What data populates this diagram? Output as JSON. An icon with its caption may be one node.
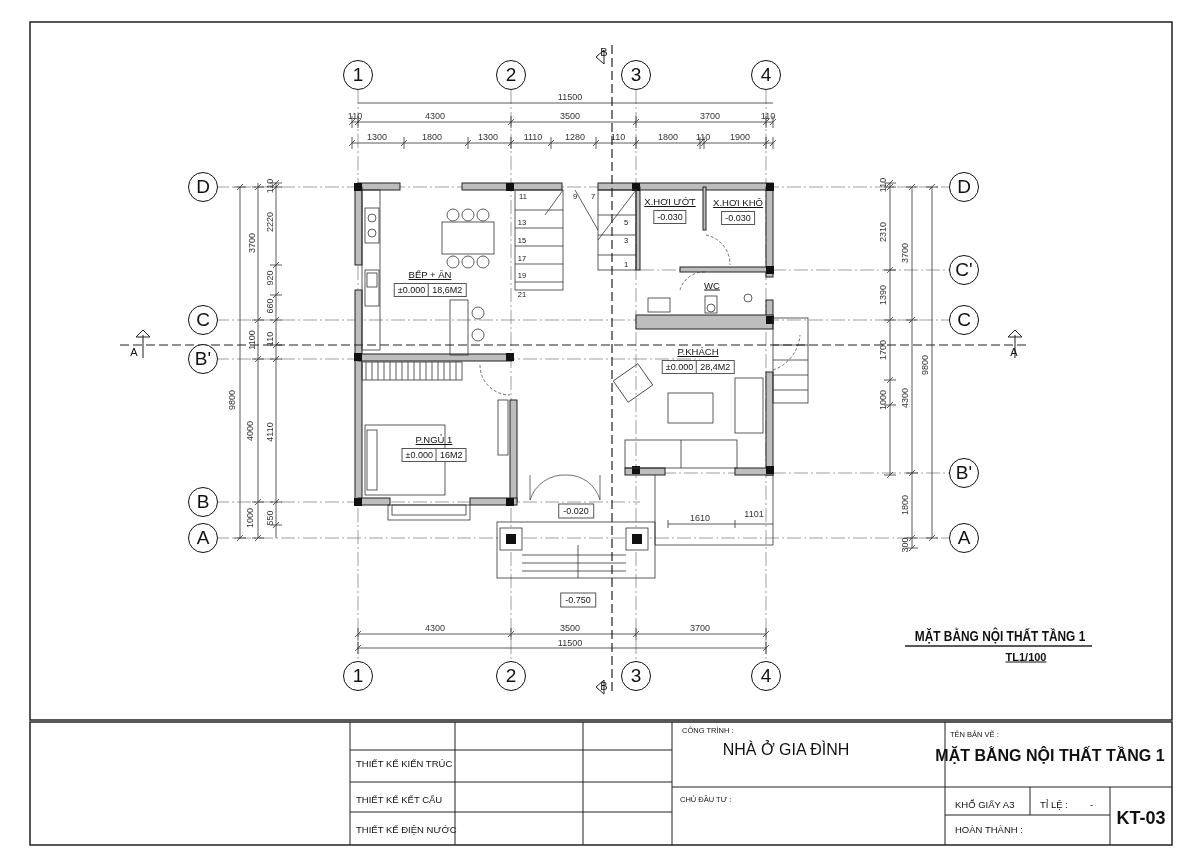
{
  "diagram": {
    "title": "MẶT BẰNG NỘI THẤT TẦNG 1",
    "caption": "TL1/100",
    "nodes": [
      {
        "text": [
          "1"
        ]
      },
      {
        "text": [
          "2"
        ]
      },
      {
        "text": [
          "3"
        ]
      },
      {
        "text": [
          "4"
        ]
      },
      {
        "text": [
          "D"
        ]
      },
      {
        "text": [
          "D"
        ]
      },
      {
        "text": [
          "X.HƠI ƯỚT",
          "-0.030"
        ]
      },
      {
        "text": [
          "X.HƠI KHÔ",
          "-0.030"
        ]
      },
      {
        "text": [
          "C'"
        ]
      },
      {
        "text": [
          "BẾP + ĂN",
          "±0.000",
          "18,6M2"
        ]
      },
      {
        "text": [
          "WC"
        ]
      },
      {
        "text": [
          "C"
        ]
      },
      {
        "text": [
          "C"
        ]
      },
      {
        "text": [
          "B'"
        ]
      },
      {
        "text": [
          "P.KHÁCH",
          "±0.000",
          "28,4M2"
        ]
      },
      {
        "text": [
          "P.NGỦ 1",
          "±0.000",
          "16M2"
        ]
      },
      {
        "text": [
          "B'"
        ]
      },
      {
        "text": [
          "B"
        ]
      },
      {
        "text": [
          "A"
        ]
      },
      {
        "text": [
          "A"
        ]
      },
      {
        "text": [
          "1"
        ]
      },
      {
        "text": [
          "2"
        ]
      },
      {
        "text": [
          "3"
        ]
      },
      {
        "text": [
          "4"
        ]
      },
      {
        "text": [
          "-0.020"
        ]
      },
      {
        "text": [
          "-0.750"
        ]
      }
    ],
    "labels": [
      "B",
      "11500",
      "110",
      "4300",
      "3500",
      "3700",
      "110",
      "1300",
      "1800",
      "1300",
      "1110",
      "1280",
      "110",
      "1800",
      "110",
      "1900",
      "110",
      "110",
      "11",
      "9",
      "7",
      "2220",
      "13",
      "5",
      "2310",
      "3700",
      "15",
      "3",
      "3700",
      "17",
      "1",
      "19",
      "920",
      "21",
      "1390",
      "660",
      "110",
      "1100",
      "A",
      "A",
      "1700",
      "9800",
      "9800",
      "1000",
      "4300",
      "4000",
      "4110",
      "1800",
      "1101",
      "1610",
      "1000",
      "550",
      "300",
      "4300",
      "3500",
      "3700",
      "11500",
      "B",
      "CÔNG TRÌNH :",
      "TÊN BẢN VẼ :",
      "NHÀ Ở GIA ĐÌNH",
      "MẶT BẰNG NỘI THẤT TẦNG 1",
      "THIẾT KẾ KIẾN TRÚC",
      "THIẾT KẾ KẾT CẤU",
      "CHỦ ĐẦU TƯ :",
      "KHỔ GIẤY  A3",
      "TỈ LỆ :",
      "-",
      "KT-03",
      "THIẾT KẾ ĐIỆN NƯỚC",
      "HOÀN THÀNH :"
    ]
  }
}
